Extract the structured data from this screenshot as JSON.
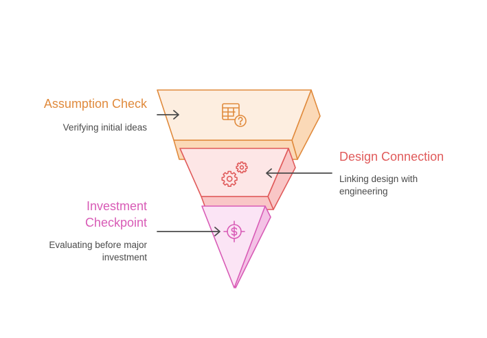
{
  "colors": {
    "stage1": "#e08a3c",
    "stage1_fill": "#fdeee0",
    "stage1_side": "#fbd9b7",
    "stage2": "#e05a5a",
    "stage2_fill": "#fde6e6",
    "stage2_side": "#f9c6c6",
    "stage3": "#d85bb6",
    "stage3_fill": "#fbe4f5",
    "stage3_side": "#f4c2e6",
    "arrow": "#4a4a4a",
    "text": "#4a4a4a"
  },
  "stages": [
    {
      "title": "Assumption Check",
      "description": "Verifying initial ideas",
      "icon": "spreadsheet-question-icon"
    },
    {
      "title": "Design Connection",
      "description": "Linking design with engineering",
      "icon": "gears-icon"
    },
    {
      "title": "Investment Checkpoint",
      "description": "Evaluating before major investment",
      "icon": "dollar-target-icon"
    }
  ]
}
